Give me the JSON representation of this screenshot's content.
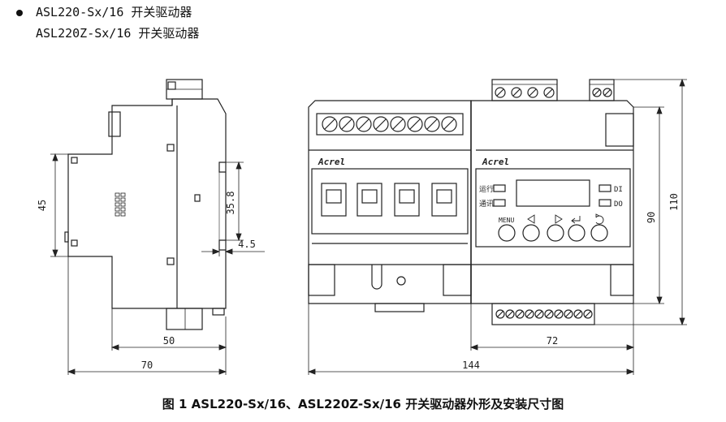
{
  "header": {
    "line1": "ASL220-Sx/16 开关驱动器",
    "line2": "ASL220Z-Sx/16 开关驱动器"
  },
  "dimensions": {
    "side_height": "45",
    "rail_height": "35.8",
    "rail_depth": "4.5",
    "depth_inner": "50",
    "depth_total": "70",
    "front_height": "90",
    "total_height": "110",
    "width_module": "72",
    "width_total": "144"
  },
  "device": {
    "brand": "Acrel",
    "label_run": "运行",
    "label_comm": "通讯",
    "label_di": "DI",
    "label_do": "DO",
    "label_menu": "MENU"
  },
  "caption": "图 1   ASL220-Sx/16、ASL220Z-Sx/16 开关驱动器外形及安装尺寸图"
}
